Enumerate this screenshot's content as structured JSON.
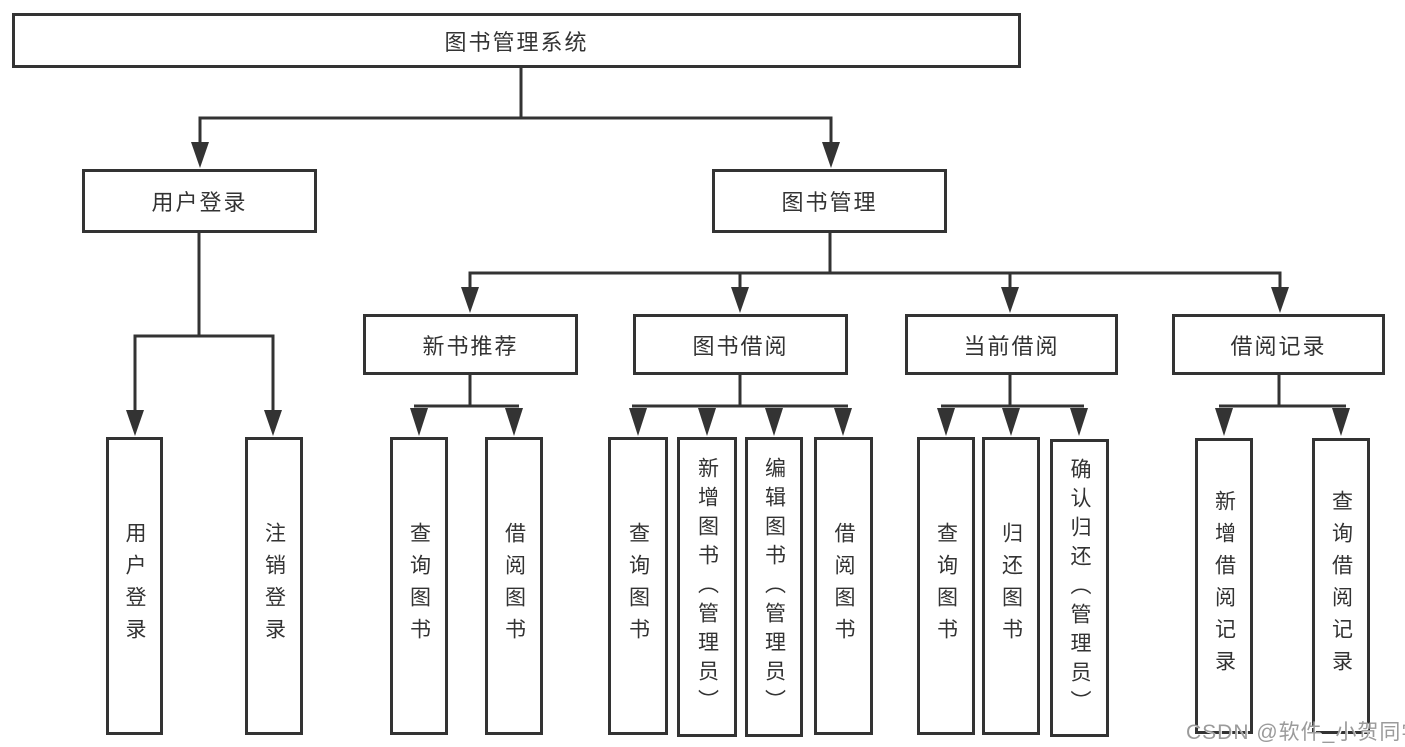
{
  "diagram": {
    "root": "图书管理系统",
    "level2": {
      "user_login": "用户登录",
      "book_mgmt": "图书管理"
    },
    "level3": {
      "new_book_rec": "新书推荐",
      "book_borrow": "图书借阅",
      "current_borrow": "当前借阅",
      "borrow_records": "借阅记录"
    },
    "leaves": {
      "user_login_login": "用户登录",
      "user_login_logout": "注销登录",
      "nbr_query_books": "查询图书",
      "nbr_borrow_books": "借阅图书",
      "bb_query_books": "查询图书",
      "bb_add_books_admin": "新增图书（管理员）",
      "bb_edit_books_admin": "编辑图书（管理员）",
      "bb_borrow_books": "借阅图书",
      "cb_query_books": "查询图书",
      "cb_return_books": "归还图书",
      "cb_confirm_return_admin": "确认归还（管理员）",
      "br_add_record": "新增借阅记录",
      "br_query_record": "查询借阅记录"
    }
  },
  "watermark": "CSDN @软件_小贺同学",
  "colors": {
    "line": "#333333",
    "text": "#333333",
    "watermark": "#9b9b9b",
    "background": "#ffffff"
  }
}
